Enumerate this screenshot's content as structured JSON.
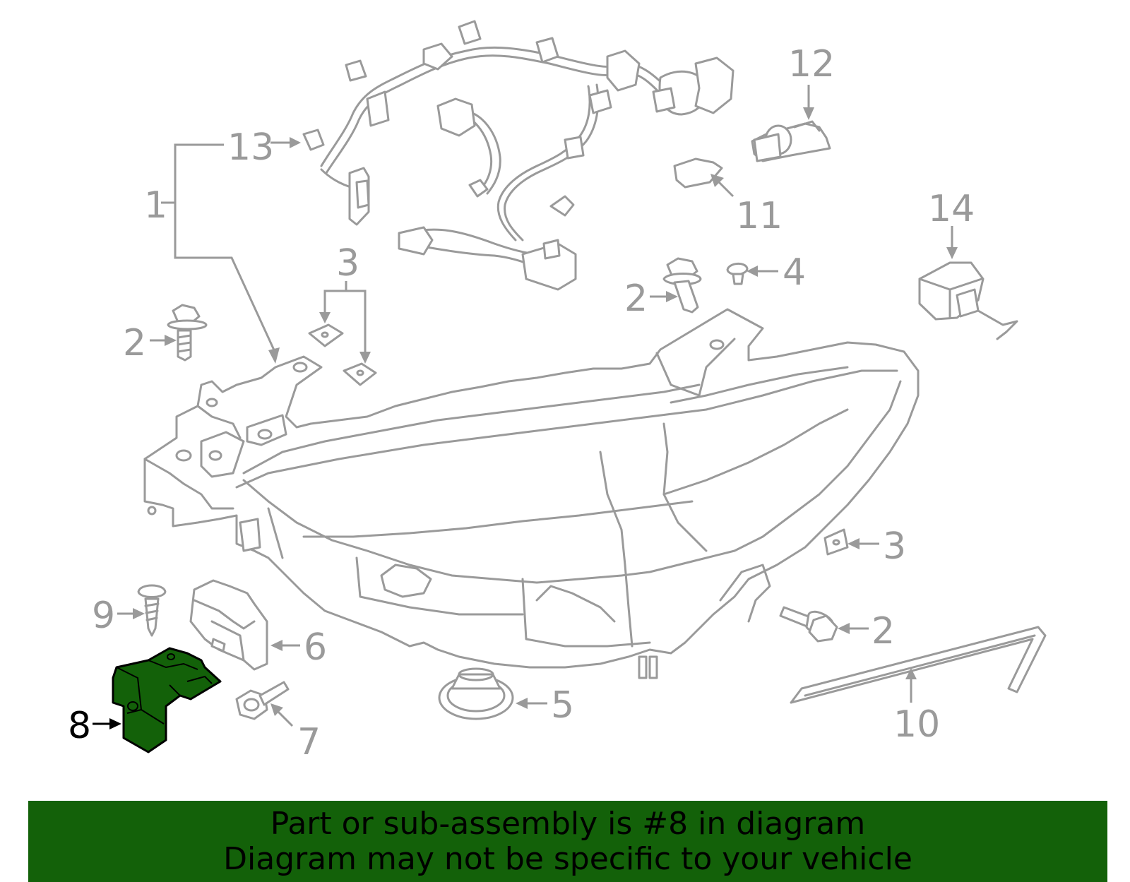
{
  "diagram": {
    "highlight_color": "#136109",
    "line_color": "#9a9a9a",
    "highlighted_part": "8",
    "callouts": {
      "c1": "1",
      "c2a": "2",
      "c2b": "2",
      "c2c": "2",
      "c3a": "3",
      "c3b": "3",
      "c4": "4",
      "c5": "5",
      "c6": "6",
      "c7": "7",
      "c8": "8",
      "c9": "9",
      "c10": "10",
      "c11": "11",
      "c12": "12",
      "c13": "13",
      "c14": "14"
    }
  },
  "banner": {
    "line1": "Part or sub-assembly is #8 in diagram",
    "line2": "Diagram may not be specific to your vehicle",
    "color": "#136109"
  }
}
